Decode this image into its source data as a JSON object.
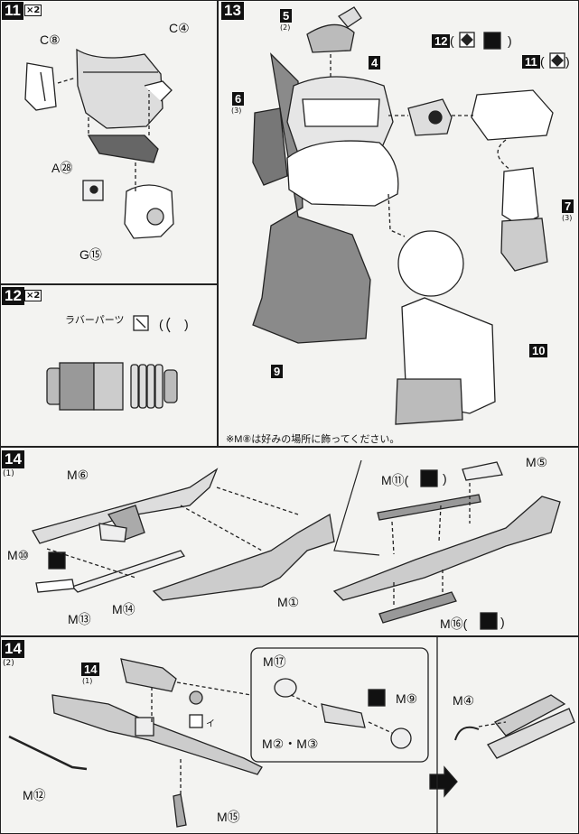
{
  "steps": {
    "s11": {
      "number": "11",
      "multiplier": "×2",
      "labels": {
        "c8": "C⑧",
        "c4": "C④",
        "a28": "A㉘",
        "g15": "G⑮"
      }
    },
    "s12": {
      "number": "12",
      "multiplier": "×2",
      "rubber_label": "ラバーパーツ",
      "paren_open": "(",
      "paren_close": ")"
    },
    "s13": {
      "number": "13",
      "refs": {
        "r5": "5",
        "r5sub": "(2)",
        "r4": "4",
        "r6": "6",
        "r6sub": "(3)",
        "r12": "12",
        "r11": "11",
        "r7": "7",
        "r7sub": "(3)",
        "r9": "9",
        "r10": "10"
      },
      "r12_suffix": "( ",
      "r12_close": ")",
      "r11_suffix": "(",
      "r11_close": ")",
      "note": "※M⑧は好みの場所に飾ってください。"
    },
    "s14a": {
      "number": "14",
      "sub": "(1)",
      "labels": {
        "m6": "M⑥",
        "m10": "M⑩",
        "m13": "M⑬",
        "m14": "M⑭",
        "m1": "M①",
        "m11": "M⑪(",
        "m11c": ")",
        "m5": "M⑤",
        "m16": "M⑯(",
        "m16c": ")"
      }
    },
    "s14b": {
      "number": "14",
      "sub": "(2)",
      "ref": "14",
      "ref_sub": "(1)",
      "labels": {
        "m12": "M⑫",
        "m15": "M⑮",
        "m17": "M⑰",
        "m9": "M⑨",
        "m23": "M②・M③",
        "m4": "M④",
        "i": "イ"
      }
    }
  }
}
